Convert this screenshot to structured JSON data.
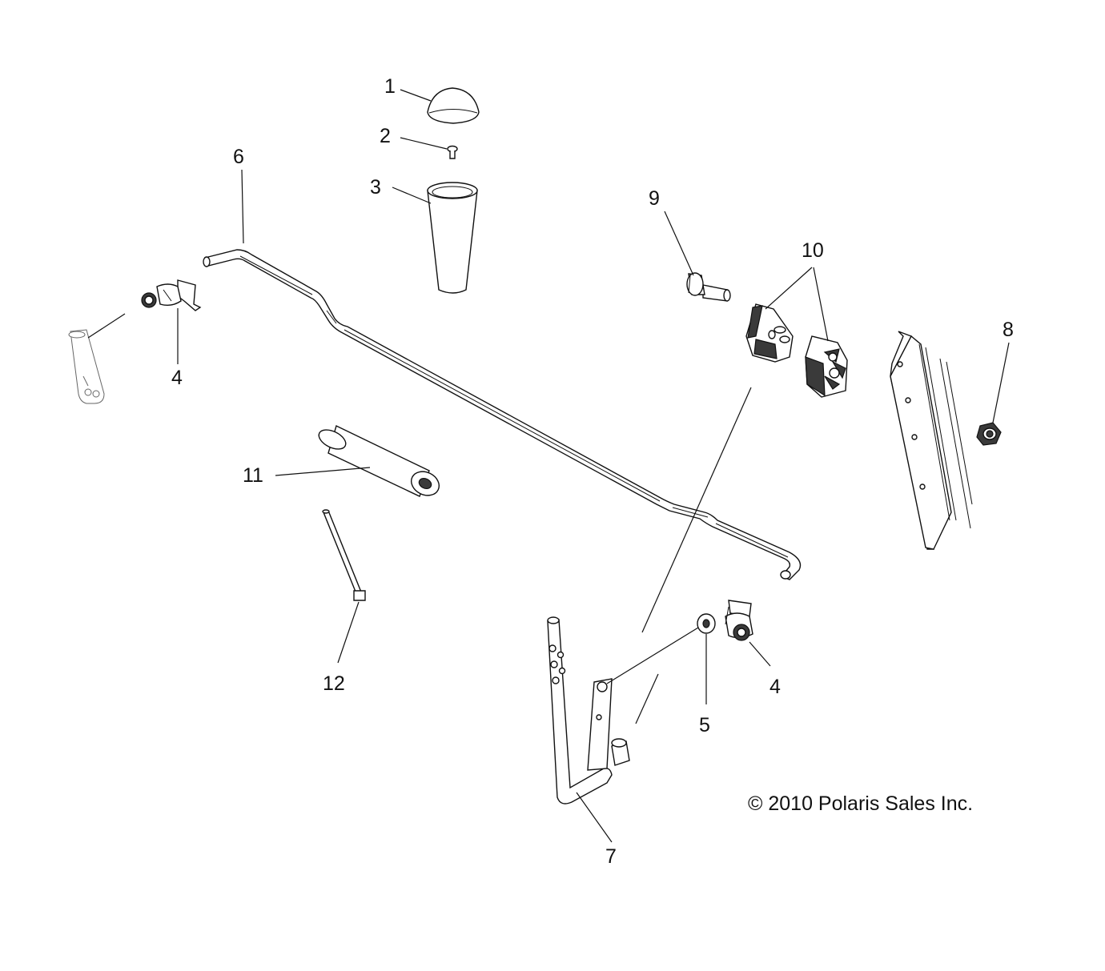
{
  "diagram": {
    "callouts": {
      "c1": "1",
      "c2": "2",
      "c3": "3",
      "c4a": "4",
      "c4b": "4",
      "c5": "5",
      "c6": "6",
      "c7": "7",
      "c8": "8",
      "c9": "9",
      "c10": "10",
      "c11": "11",
      "c12": "12"
    },
    "copyright": "© 2010 Polaris Sales Inc."
  }
}
